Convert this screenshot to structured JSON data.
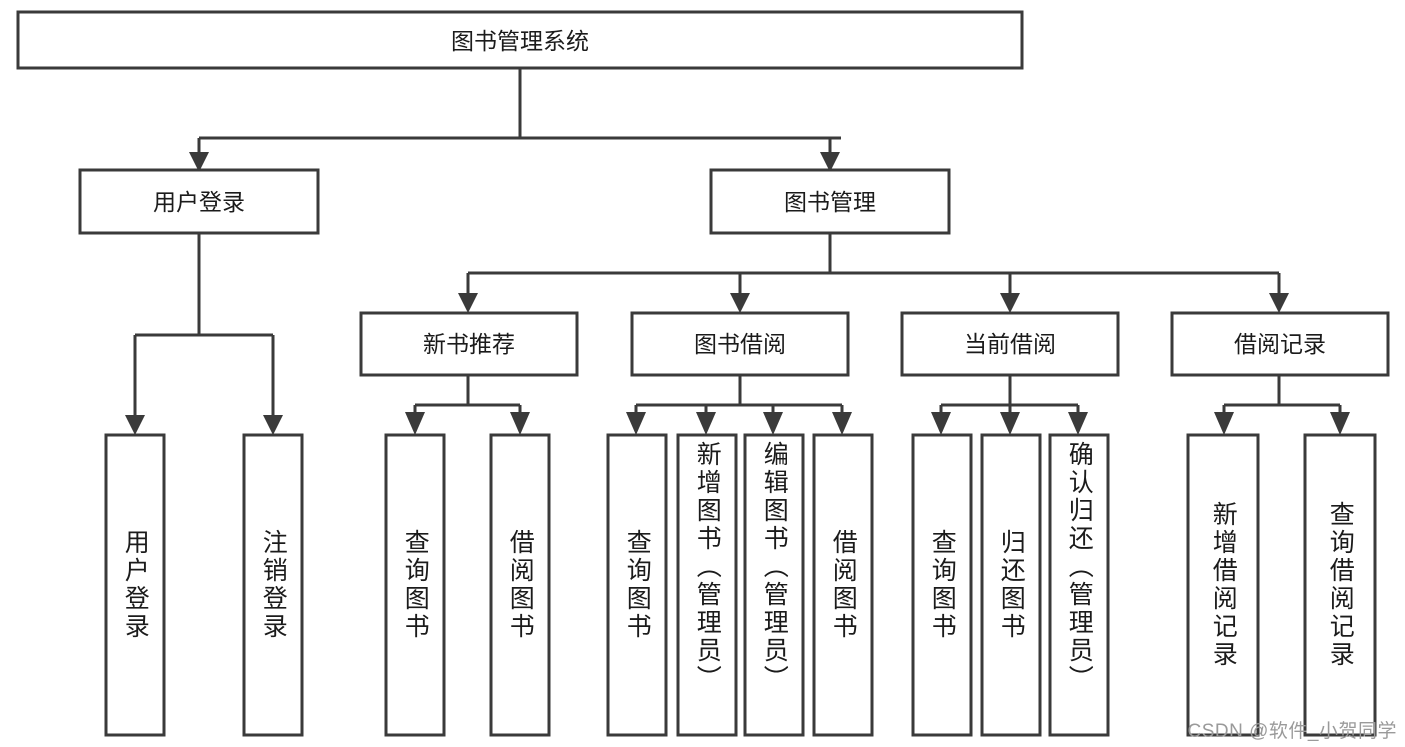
{
  "diagram": {
    "type": "hierarchy-tree",
    "title": "图书管理系统",
    "watermark": "CSDN @软件_小贺同学",
    "colors": {
      "stroke": "#3a3a3a",
      "fill": "#ffffff",
      "text": "#1b1b1b",
      "watermark": "#9a9a9a"
    },
    "levels": {
      "root": {
        "label": "图书管理系统"
      },
      "level2": [
        {
          "label": "用户登录"
        },
        {
          "label": "图书管理"
        }
      ],
      "level3": [
        {
          "label": "新书推荐"
        },
        {
          "label": "图书借阅"
        },
        {
          "label": "当前借阅"
        },
        {
          "label": "借阅记录"
        }
      ],
      "leaves": {
        "user_login": [
          {
            "label": "用户登录"
          },
          {
            "label": "注销登录"
          }
        ],
        "new_book_recommend": [
          {
            "label": "查询图书"
          },
          {
            "label": "借阅图书"
          }
        ],
        "book_borrow": [
          {
            "label": "查询图书"
          },
          {
            "label": "新增图书（管理员）"
          },
          {
            "label": "编辑图书（管理员）"
          },
          {
            "label": "借阅图书"
          }
        ],
        "current_borrow": [
          {
            "label": "查询图书"
          },
          {
            "label": "归还图书"
          },
          {
            "label": "确认归还（管理员）"
          }
        ],
        "borrow_record": [
          {
            "label": "新增借阅记录"
          },
          {
            "label": "查询借阅记录"
          }
        ]
      }
    }
  }
}
